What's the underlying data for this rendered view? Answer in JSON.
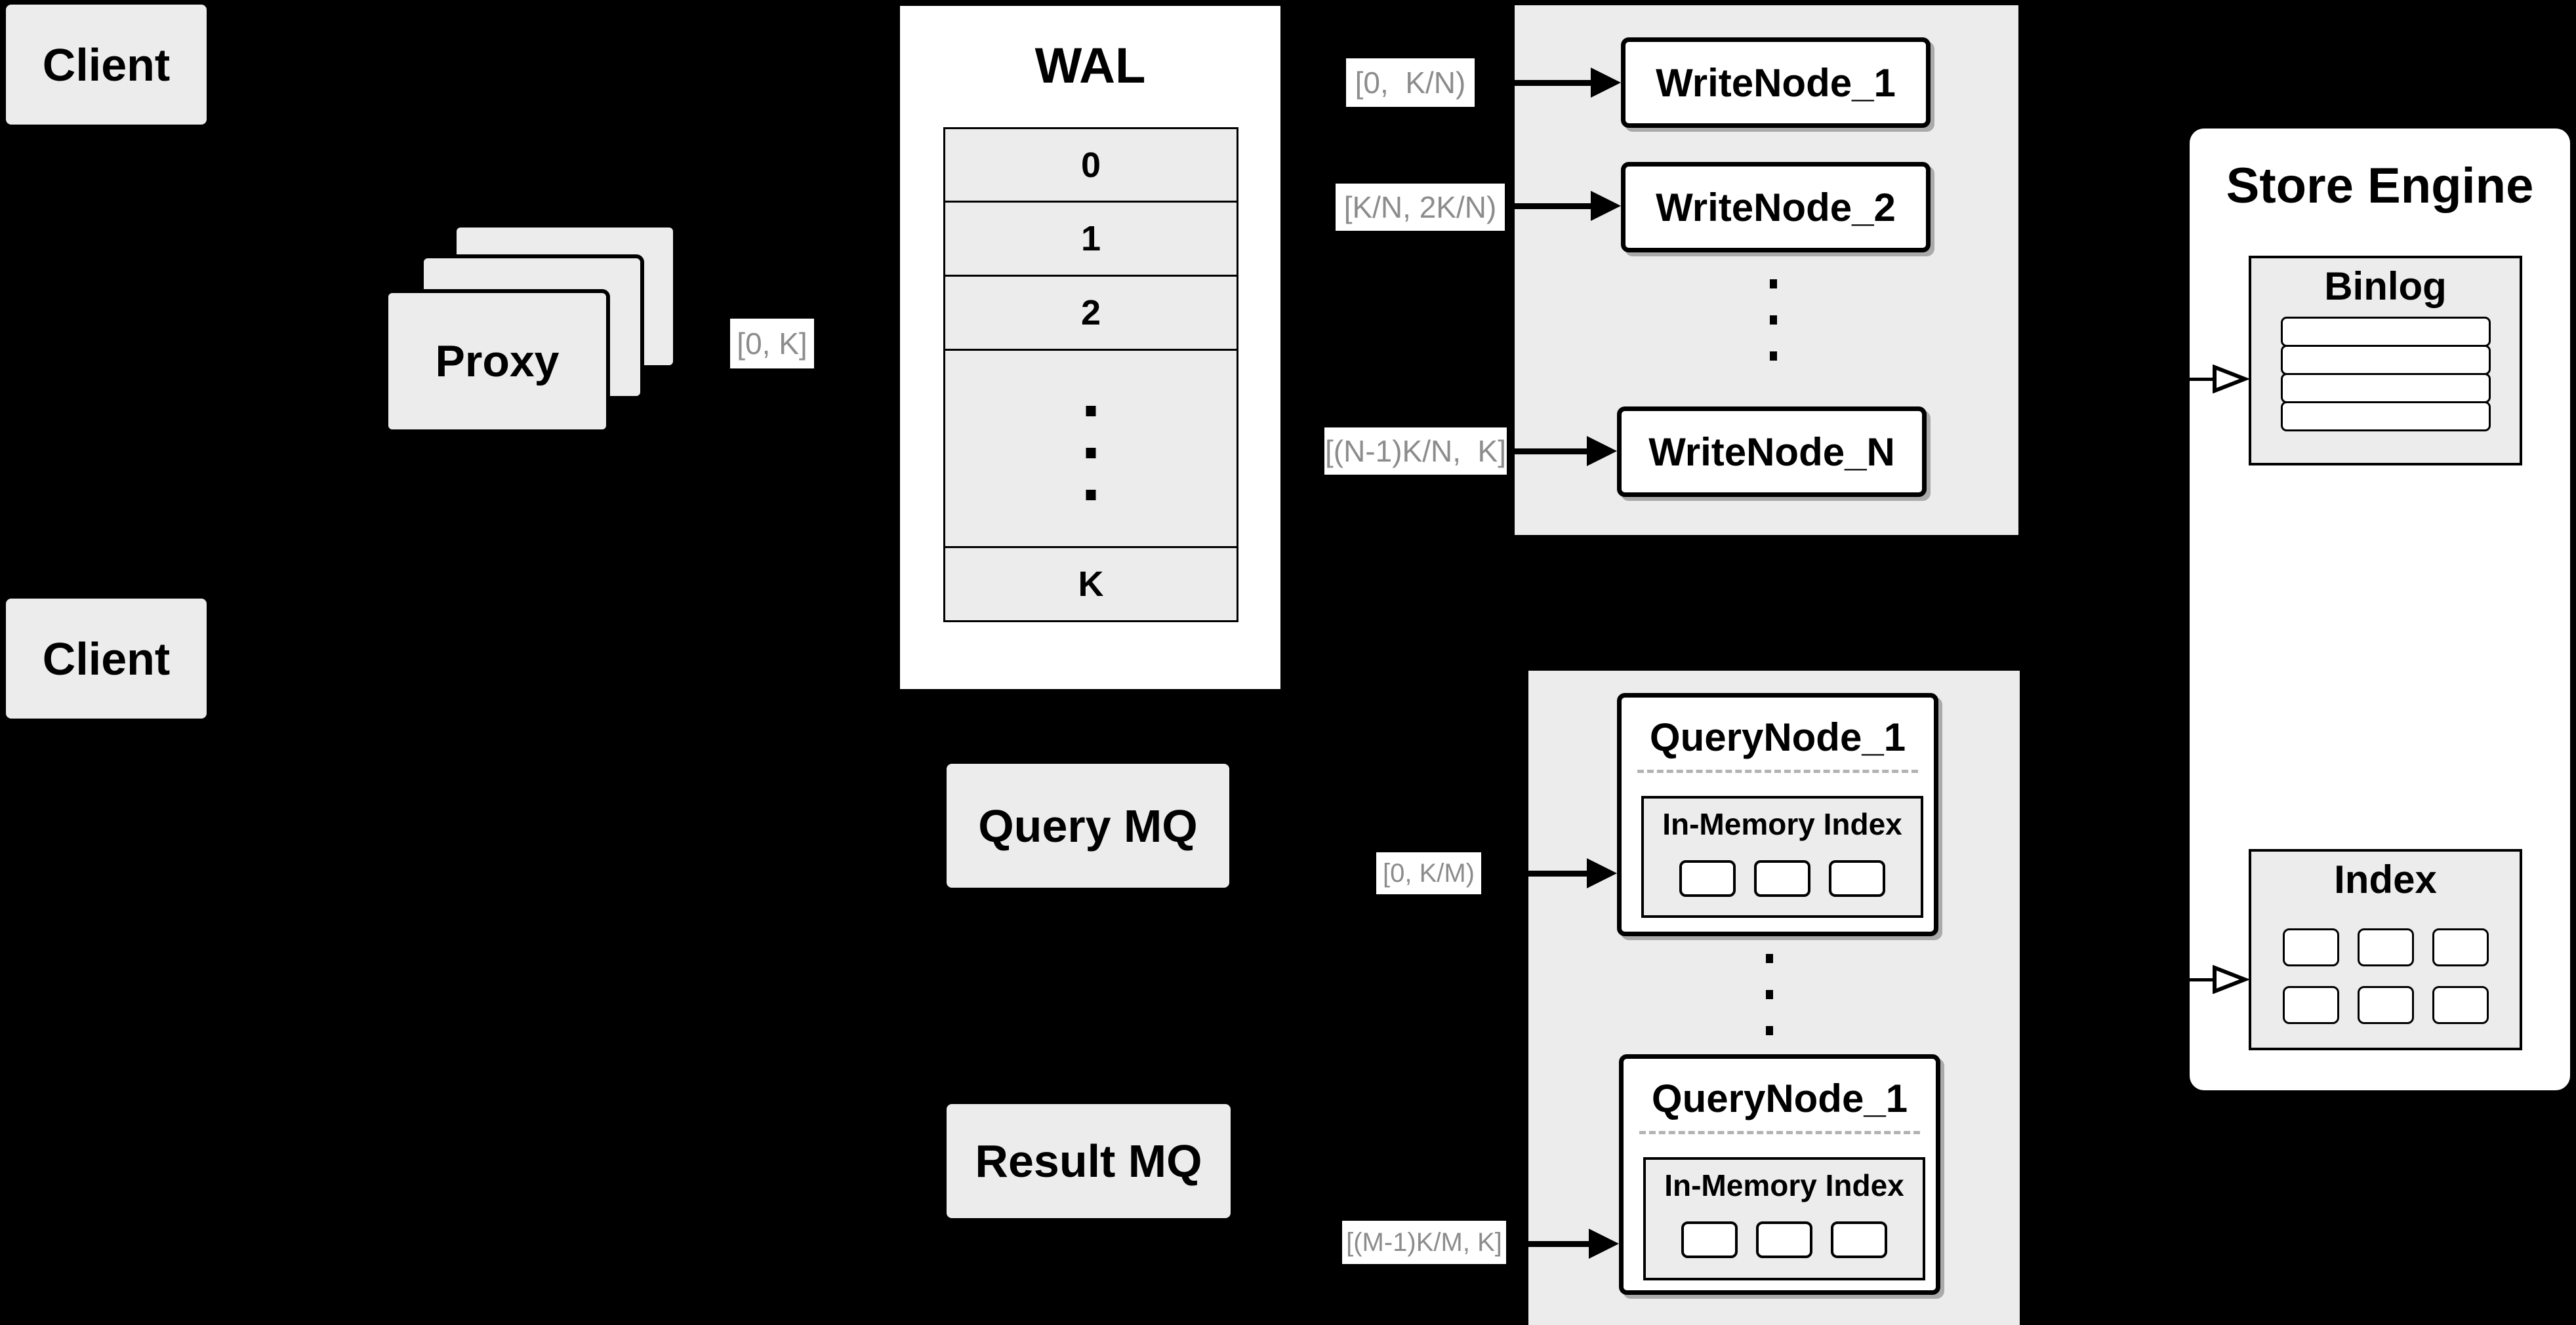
{
  "colors": {
    "background": "#000000",
    "box_fill": "#ececec",
    "node_fill": "#ffffff",
    "line": "#000000",
    "muted_label_text": "#8c8c8c",
    "dashed_separator": "#b3b3b3"
  },
  "clients": {
    "top_label": "Client",
    "bottom_label": "Client"
  },
  "proxy": {
    "label": "Proxy"
  },
  "wal": {
    "title": "WAL",
    "rows": [
      "0",
      "1",
      "2",
      "K"
    ]
  },
  "range_labels": {
    "proxy_out": "[0, K]",
    "write_1": "[0,  K/N)",
    "write_2": "[K/N, 2K/N)",
    "write_n": "[(N-1)K/N,  K]",
    "query_1": "[0, K/M)",
    "query_m": "[(M-1)K/M, K]"
  },
  "write_nodes": {
    "node_1": "WriteNode_1",
    "node_2": "WriteNode_2",
    "node_n": "WriteNode_N"
  },
  "store_engine": {
    "title": "Store Engine",
    "binlog_title": "Binlog",
    "index_title": "Index"
  },
  "mq": {
    "query": "Query MQ",
    "result": "Result MQ"
  },
  "query_nodes": {
    "top": {
      "title": "QueryNode_1",
      "inner_title": "In-Memory Index"
    },
    "bottom": {
      "title": "QueryNode_1",
      "inner_title": "In-Memory Index"
    }
  }
}
